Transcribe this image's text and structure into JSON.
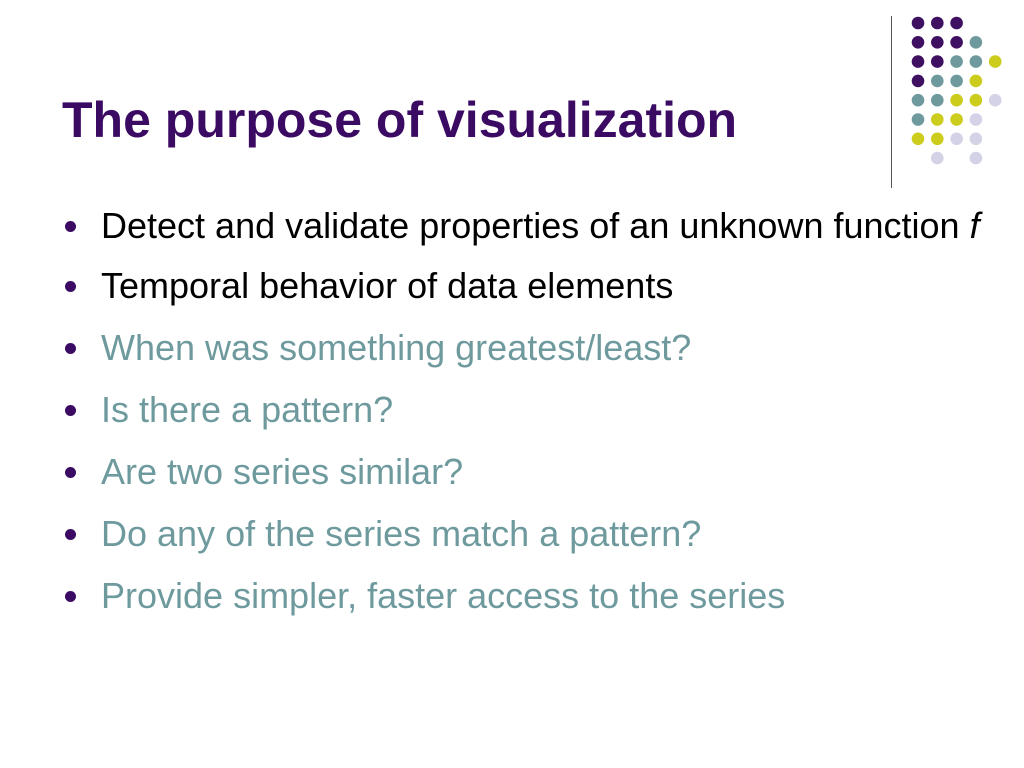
{
  "slide": {
    "title": "The purpose of visualization",
    "bullets": [
      {
        "text": "Detect and validate properties of an unknown function ",
        "variable": "f",
        "tone": "dark"
      },
      {
        "text": "Temporal behavior of data elements",
        "tone": "dark"
      },
      {
        "text": "When was something greatest/least?",
        "tone": "accent"
      },
      {
        "text": "Is there a pattern?",
        "tone": "accent"
      },
      {
        "text": "Are two series similar?",
        "tone": "accent"
      },
      {
        "text": "Do any of the series match a pattern?",
        "tone": "accent"
      },
      {
        "text": "Provide simpler, faster access to the series",
        "tone": "accent"
      }
    ]
  },
  "decoration": {
    "dot_rows": [
      [
        "purple",
        "purple",
        "purple",
        null
      ],
      [
        "purple",
        "purple",
        "purple",
        "teal"
      ],
      [
        "purple",
        "purple",
        "teal",
        "teal",
        "yellow"
      ],
      [
        "purple",
        "teal",
        "teal",
        "yellow",
        null
      ],
      [
        "teal",
        "teal",
        "yellow",
        "yellow",
        "lavender"
      ],
      [
        "teal",
        "yellow",
        "yellow",
        "lavender",
        null
      ],
      [
        "yellow",
        "yellow",
        "lavender",
        "lavender",
        null
      ],
      [
        null,
        "lavender",
        null,
        "lavender",
        null
      ]
    ]
  },
  "colors": {
    "title": "#3b0b63",
    "text_dark": "#000000",
    "text_accent": "#6e9a9e",
    "bullet_dot": "#3b0b63",
    "divider": "#555555",
    "purple": "#3f1062",
    "teal": "#6e9a9e",
    "yellow": "#cccc1c",
    "lavender": "#d4d2e6"
  }
}
